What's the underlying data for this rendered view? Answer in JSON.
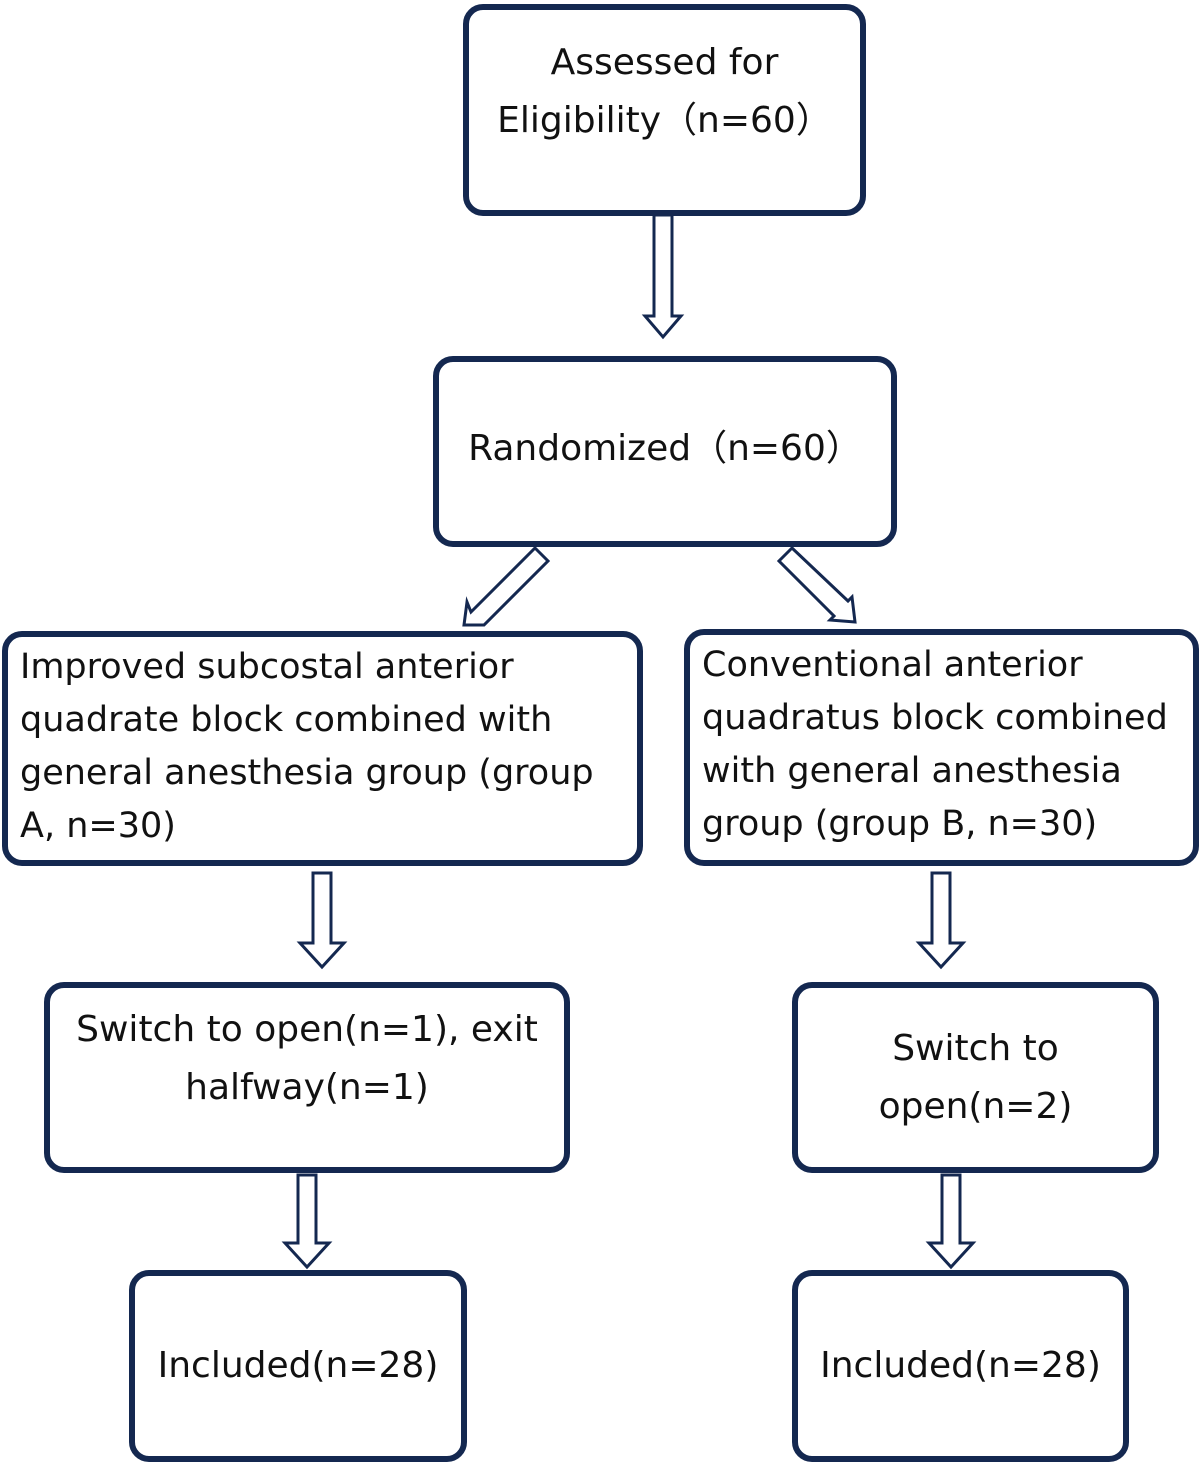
{
  "boxes": {
    "assessed": {
      "lines": [
        "Assessed for",
        "Eligibility（n=60）"
      ]
    },
    "randomized": {
      "lines": [
        "Randomized（n=60）"
      ]
    },
    "group_a": {
      "lines": [
        "Improved subcostal anterior",
        "quadrate block combined with",
        "general anesthesia group (group",
        "A, n=30)"
      ]
    },
    "group_b": {
      "lines": [
        "Conventional anterior",
        "quadratus block combined",
        "with general anesthesia",
        "group (group B, n=30)"
      ]
    },
    "exclusion_a": {
      "lines": [
        "Switch to open(n=1), exit",
        "halfway(n=1)"
      ]
    },
    "exclusion_b": {
      "lines": [
        "Switch to",
        "open(n=2)"
      ]
    },
    "included_a": {
      "lines": [
        "Included(n=28)"
      ]
    },
    "included_b": {
      "lines": [
        "Included(n=28)"
      ]
    }
  },
  "colors": {
    "box_border": "#142850",
    "arrow_stroke": "#142850",
    "text": "#111111",
    "background": "#ffffff"
  }
}
